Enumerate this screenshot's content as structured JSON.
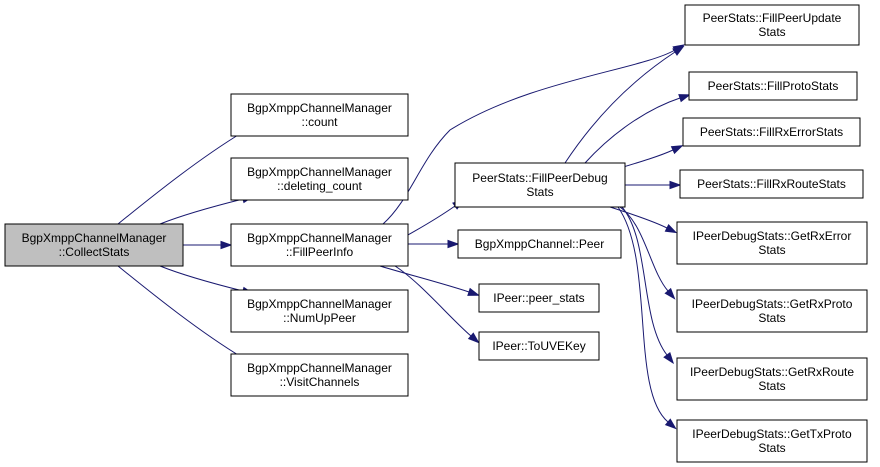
{
  "graph": {
    "nodes": {
      "collect_stats": {
        "lines": [
          "BgpXmppChannelManager",
          "::CollectStats"
        ],
        "root": true
      },
      "count": {
        "lines": [
          "BgpXmppChannelManager",
          "::count"
        ]
      },
      "deleting_count": {
        "lines": [
          "BgpXmppChannelManager",
          "::deleting_count"
        ]
      },
      "fill_peer_info": {
        "lines": [
          "BgpXmppChannelManager",
          "::FillPeerInfo"
        ]
      },
      "num_up_peer": {
        "lines": [
          "BgpXmppChannelManager",
          "::NumUpPeer"
        ]
      },
      "visit_channels": {
        "lines": [
          "BgpXmppChannelManager",
          "::VisitChannels"
        ]
      },
      "fill_peer_debug_stats": {
        "lines": [
          "PeerStats::FillPeerDebug",
          "Stats"
        ]
      },
      "bgp_xmpp_channel_peer": {
        "lines": [
          "BgpXmppChannel::Peer"
        ]
      },
      "ipeer_peer_stats": {
        "lines": [
          "IPeer::peer_stats"
        ]
      },
      "ipeer_to_uve_key": {
        "lines": [
          "IPeer::ToUVEKey"
        ]
      },
      "fill_peer_update_stats": {
        "lines": [
          "PeerStats::FillPeerUpdate",
          "Stats"
        ]
      },
      "fill_proto_stats": {
        "lines": [
          "PeerStats::FillProtoStats"
        ]
      },
      "fill_rx_error_stats": {
        "lines": [
          "PeerStats::FillRxErrorStats"
        ]
      },
      "fill_rx_route_stats": {
        "lines": [
          "PeerStats::FillRxRouteStats"
        ]
      },
      "get_rx_error_stats": {
        "lines": [
          "IPeerDebugStats::GetRxError",
          "Stats"
        ]
      },
      "get_rx_proto_stats": {
        "lines": [
          "IPeerDebugStats::GetRxProto",
          "Stats"
        ]
      },
      "get_rx_route_stats": {
        "lines": [
          "IPeerDebugStats::GetRxRoute",
          "Stats"
        ]
      },
      "get_tx_proto_stats": {
        "lines": [
          "IPeerDebugStats::GetTxProto",
          "Stats"
        ]
      }
    },
    "edges": [
      [
        "collect_stats",
        "count"
      ],
      [
        "collect_stats",
        "deleting_count"
      ],
      [
        "collect_stats",
        "fill_peer_info"
      ],
      [
        "collect_stats",
        "num_up_peer"
      ],
      [
        "collect_stats",
        "visit_channels"
      ],
      [
        "fill_peer_info",
        "fill_peer_debug_stats"
      ],
      [
        "fill_peer_info",
        "bgp_xmpp_channel_peer"
      ],
      [
        "fill_peer_info",
        "ipeer_peer_stats"
      ],
      [
        "fill_peer_info",
        "ipeer_to_uve_key"
      ],
      [
        "fill_peer_info",
        "fill_peer_update_stats"
      ],
      [
        "fill_peer_debug_stats",
        "fill_peer_update_stats"
      ],
      [
        "fill_peer_debug_stats",
        "fill_proto_stats"
      ],
      [
        "fill_peer_debug_stats",
        "fill_rx_error_stats"
      ],
      [
        "fill_peer_debug_stats",
        "fill_rx_route_stats"
      ],
      [
        "fill_peer_debug_stats",
        "get_rx_error_stats"
      ],
      [
        "fill_peer_debug_stats",
        "get_rx_proto_stats"
      ],
      [
        "fill_peer_debug_stats",
        "get_rx_route_stats"
      ],
      [
        "fill_peer_debug_stats",
        "get_tx_proto_stats"
      ]
    ],
    "colors": {
      "edge": "#191970",
      "root_fill": "#bfbfbf",
      "node_fill": "#ffffff",
      "border": "#000000"
    }
  }
}
